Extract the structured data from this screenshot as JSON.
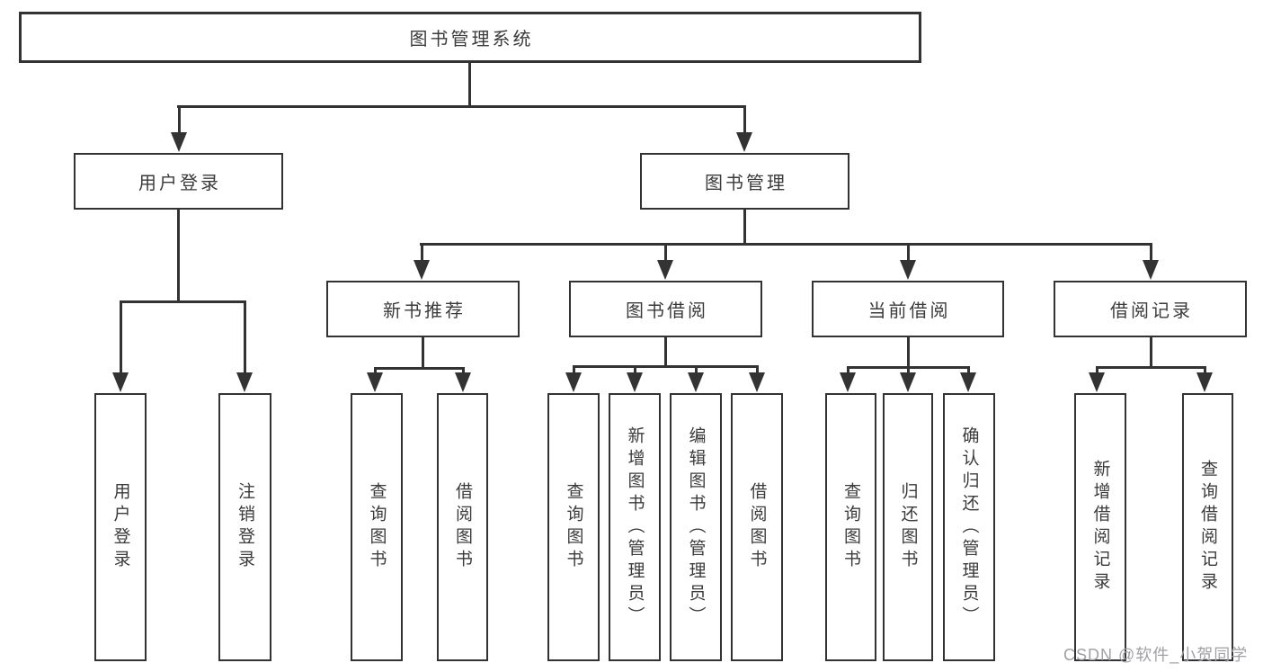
{
  "diagram": {
    "colors": {
      "line": "#333333",
      "text": "#3b3b3b",
      "watermark": "#a0a0a6",
      "background": "#ffffff"
    },
    "nodes": {
      "root": {
        "label": "图书管理系统"
      },
      "login": {
        "label": "用户登录"
      },
      "mgmt": {
        "label": "图书管理"
      },
      "rec": {
        "label": "新书推荐"
      },
      "borrow": {
        "label": "图书借阅"
      },
      "current": {
        "label": "当前借阅"
      },
      "records": {
        "label": "借阅记录"
      },
      "userLoginLeaf": {
        "label": "用户登录"
      },
      "logoutLeaf": {
        "label": "注销登录"
      },
      "recQuery": {
        "label": "查询图书"
      },
      "recBorrow": {
        "label": "借阅图书"
      },
      "borrowQuery": {
        "label": "查询图书"
      },
      "borrowAdd": {
        "label": "新增图书（管理员）"
      },
      "borrowEdit": {
        "label": "编辑图书（管理员）"
      },
      "borrowBorrow": {
        "label": "借阅图书"
      },
      "currentQuery": {
        "label": "查询图书"
      },
      "currentReturn": {
        "label": "归还图书"
      },
      "currentConfirm": {
        "label": "确认归还（管理员）"
      },
      "recordsAdd": {
        "label": "新增借阅记录"
      },
      "recordsQuery": {
        "label": "查询借阅记录"
      }
    },
    "watermark": "CSDN @软件_小贺同学"
  }
}
